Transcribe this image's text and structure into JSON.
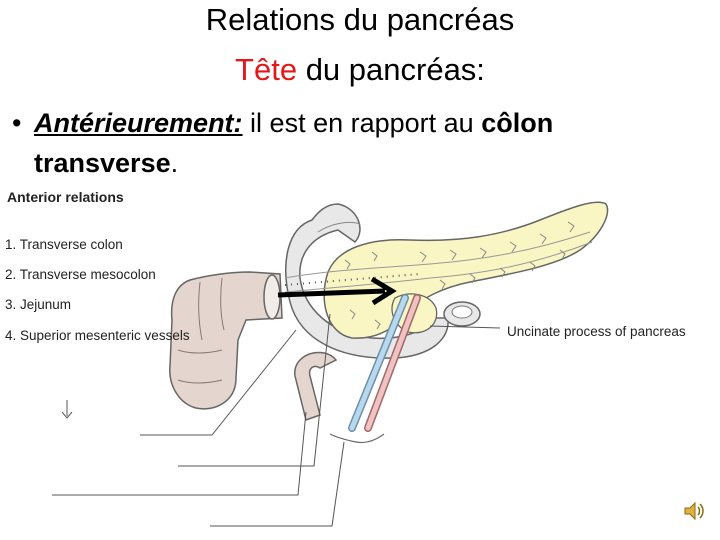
{
  "title": {
    "line1": "Relations du pancréas",
    "line2_red": "Tête",
    "line2_rest": " du pancréas:"
  },
  "bullet": {
    "marker": "•",
    "lead": "Antérieurement:",
    "text1": " il est en rapport au ",
    "bold1": "côlon",
    "bold2": "transverse",
    "end": "."
  },
  "figure": {
    "anterior_relations": "Anterior relations",
    "items": [
      "1. Transverse colon",
      "2. Transverse mesocolon",
      "3. Jejunum",
      "4. Superior mesenteric vessels"
    ],
    "uncinate": "Uncinate process of pancreas"
  },
  "colors": {
    "title_accent": "#e11919",
    "pancreas_fill": "#f9f6c3",
    "duodenum_fill": "#e8e8e8",
    "colon_fill": "#e4d6cf",
    "vein": "#b8d8ee",
    "artery": "#f0c2c2",
    "arrow": "#000000"
  },
  "icons": {
    "speaker": "speaker-icon"
  }
}
